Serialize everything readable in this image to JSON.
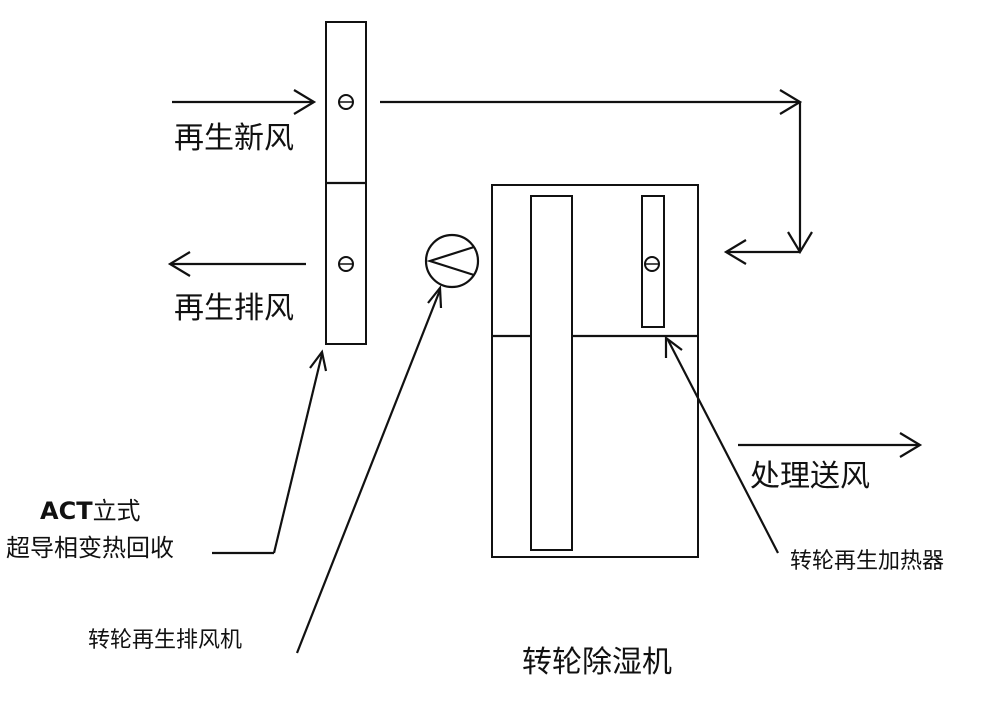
{
  "labels": {
    "regen_fresh_air": "再生新风",
    "regen_exhaust_air": "再生排风",
    "act_line1_prefix": "ACT",
    "act_line1_suffix": "立式",
    "act_line2": "超导相变热回收",
    "regen_exhaust_fan": "转轮再生排风机",
    "process_supply_air": "处理送风",
    "regen_heater": "转轮再生加热器",
    "dehumidifier_title": "转轮除湿机"
  },
  "icons": {
    "fan": "fan-icon",
    "sensor": "sensor-icon"
  },
  "colors": {
    "line": "#111111",
    "background": "#ffffff"
  }
}
